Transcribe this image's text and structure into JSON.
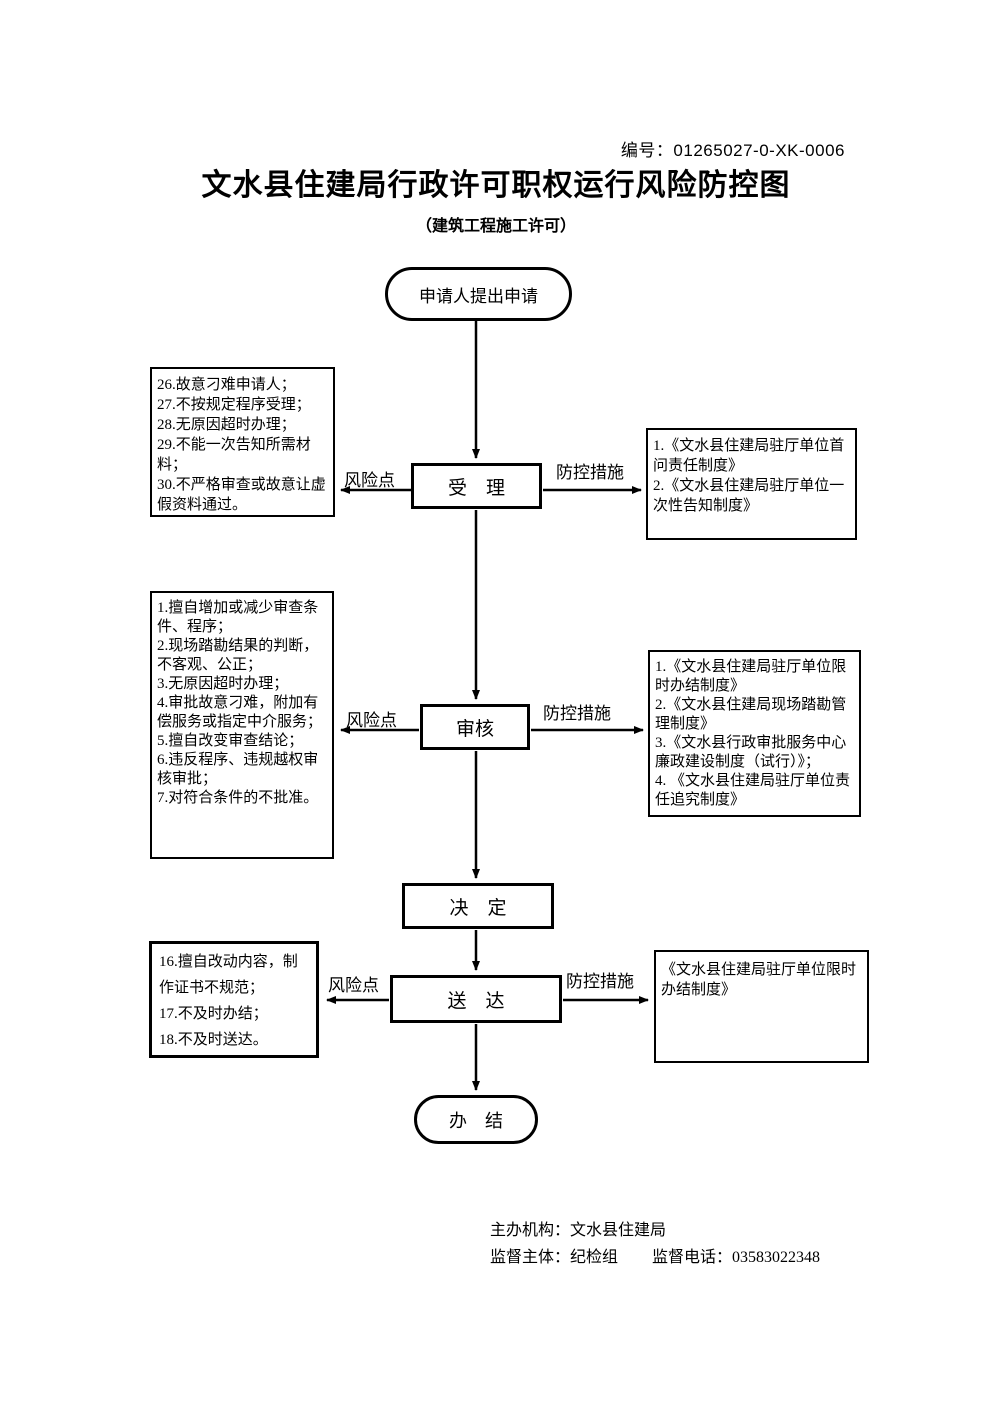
{
  "header": {
    "doc_number": "编号：01265027-0-XK-0006",
    "title": "文水县住建局行政许可职权运行风险防控图",
    "subtitle": "（建筑工程施工许可）"
  },
  "flow": {
    "start": "申请人提出申请",
    "accept": "受　理",
    "review": "审核",
    "decide": "决　定",
    "deliver": "送　达",
    "end": "办　结"
  },
  "labels": {
    "risk_point": "风险点",
    "control_measure": "防控措施"
  },
  "risk_boxes": {
    "accept": [
      "26.故意刁难申请人；",
      "27.不按规定程序受理；",
      "28.无原因超时办理；",
      "29.不能一次告知所需材料；",
      "30.不严格审查或故意让虚假资料通过。"
    ],
    "review": [
      "1.擅自增加或减少审查条件、程序；",
      "2.现场踏勘结果的判断，不客观、公正；",
      "3.无原因超时办理；",
      "4.审批故意刁难，附加有偿服务或指定中介服务；",
      "5.擅自改变审查结论；",
      "6.违反程序、违规越权审核审批；",
      "7.对符合条件的不批准。"
    ],
    "deliver": [
      "16.擅自改动内容，制作证书不规范；",
      "17.不及时办结；",
      "18.不及时送达。"
    ]
  },
  "control_boxes": {
    "accept": [
      "1.《文水县住建局驻厅单位首问责任制度》",
      "2.《文水县住建局驻厅单位一次性告知制度》"
    ],
    "review": [
      "1.《文水县住建局驻厅单位限时办结制度》",
      "2.《文水县住建局现场踏勘管理制度》",
      "3.《文水县行政审批服务中心廉政建设制度（试行）》；",
      "4. 《文水县住建局驻厅单位责任追究制度》"
    ],
    "deliver": [
      "《文水县住建局驻厅单位限时办结制度》"
    ]
  },
  "footer": {
    "organizer": "主办机构：文水县住建局",
    "supervisor": "监督主体：纪检组",
    "phone": "监督电话：03583022348"
  },
  "colors": {
    "ink": "#000000",
    "background": "#ffffff"
  }
}
